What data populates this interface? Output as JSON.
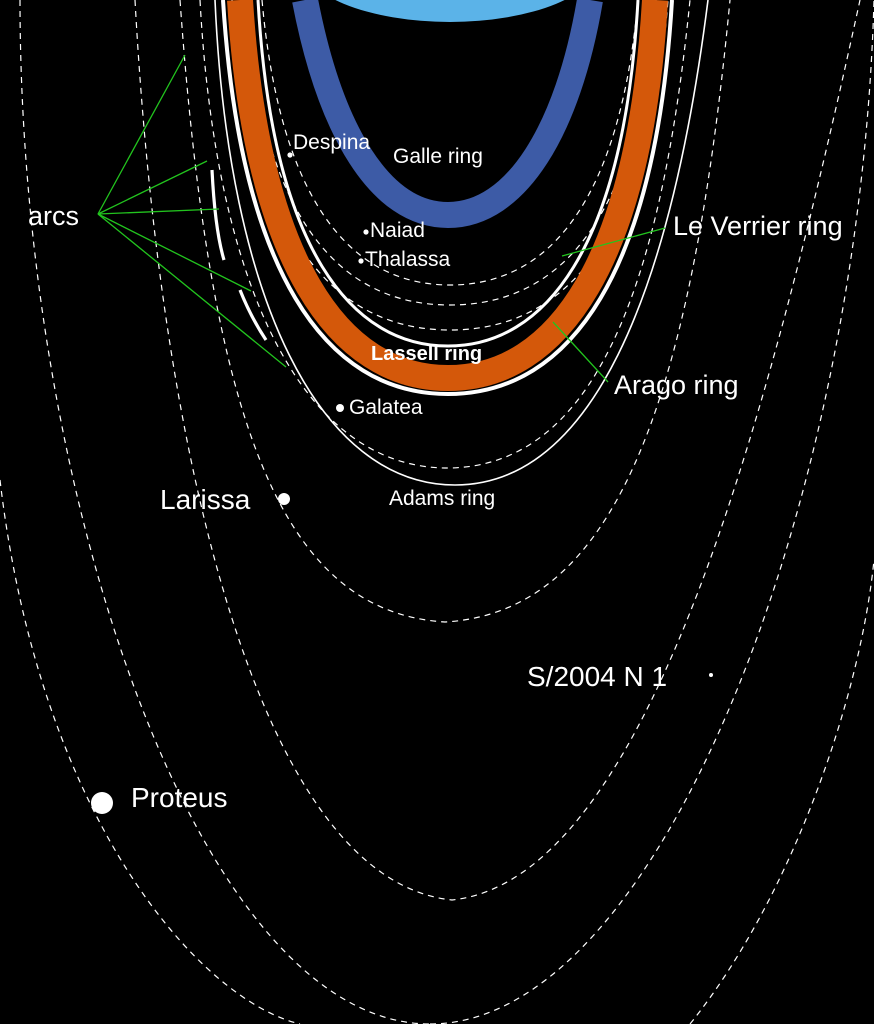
{
  "colors": {
    "background": "#000000",
    "planet": "#5bb3e8",
    "galle_ring": "#3d5ba6",
    "lassell_ring": "#d4580a",
    "leader_lines": "#22c41e",
    "text": "#ffffff"
  },
  "labels": {
    "despina": "Despina",
    "galle": "Galle ring",
    "naiad": "Naiad",
    "thalassa": "Thalassa",
    "le_verrier": "Le Verrier ring",
    "arcs": "arcs",
    "lassell": "Lassell ring",
    "arago": "Arago ring",
    "galatea": "Galatea",
    "larissa": "Larissa",
    "adams": "Adams ring",
    "s2004n1": "S/2004 N 1",
    "proteus": "Proteus"
  }
}
